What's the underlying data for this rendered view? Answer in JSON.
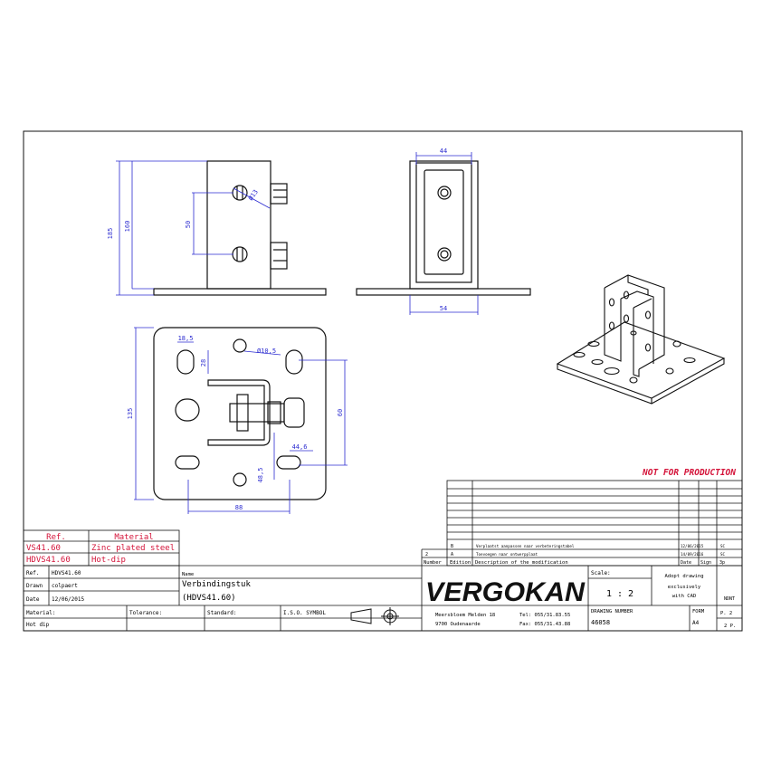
{
  "colors": {
    "line": "#111111",
    "dim": "#2b2bd0",
    "red": "#d4143a",
    "paper": "#ffffff"
  },
  "dimensions": {
    "side": {
      "h185": "185",
      "h160": "160",
      "d50": "50",
      "dia": "Ø13"
    },
    "front": {
      "w44": "44",
      "w54": "54"
    },
    "top": {
      "d18_5": "18,5",
      "d28": "28",
      "dia": "Ø10,5",
      "h135": "135",
      "h60": "60",
      "d44_6": "44,6",
      "d48_5": "48,5",
      "w88": "88"
    }
  },
  "not_for_production": "NOT FOR PRODUCTION",
  "ref_table": {
    "headers": [
      "Ref.",
      "Material"
    ],
    "rows": [
      [
        "VS41.60",
        "Zinc plated steel"
      ],
      [
        "HDVS41.60",
        "Hot-dip"
      ]
    ]
  },
  "revisions": {
    "rows": [
      {
        "id": "B",
        "desc": "Verplaatst aanpassen naar verbeteringstabel",
        "date": "12/06/2015",
        "by": "SC"
      },
      {
        "id": "A",
        "desc": "Toevoegen naar ontwerpplaat",
        "date": "14/09/2016",
        "by": "SC"
      }
    ],
    "sheet_no": "2",
    "sheet_val": "3p",
    "footer": [
      "Number",
      "Edition",
      "Description of the modification",
      "Date",
      "Sign"
    ]
  },
  "title_block": {
    "ref_label": "Ref.",
    "ref_value": "HDVS41.60",
    "drawn_label": "Drawn",
    "drawn_value": "colpaert",
    "date_label": "Date",
    "date_value": "12/06/2015",
    "name_label": "Name",
    "name_line1": "Verbindingstuk",
    "name_line2": "(HDVS41.60)",
    "logo": "VERGOKAN",
    "address1": "Meersbloem Melden 18",
    "address2": "9700 Oudenaarde",
    "tel": "Tel: 055/31.83.55",
    "fax": "Fax: 055/31.43.88",
    "scale_label": "Scale:",
    "scale_value": "1 : 2",
    "adopt1": "Adopt drawing",
    "adopt2": "exclusively",
    "adopt3": "with CAD",
    "ndt": "NDNT",
    "drawing_number_label": "DRAWING NUMBER",
    "drawing_number": "46058",
    "form_label": "FORM",
    "form_value": "A4",
    "page1": "P. 2",
    "page2": "2 P.",
    "material_label": "Material:",
    "material_value": "Hot dip",
    "tolerance_label": "Tolerance:",
    "standard_label": "Standard:",
    "iso_symbol": "I.S.O. SYMBOL"
  }
}
